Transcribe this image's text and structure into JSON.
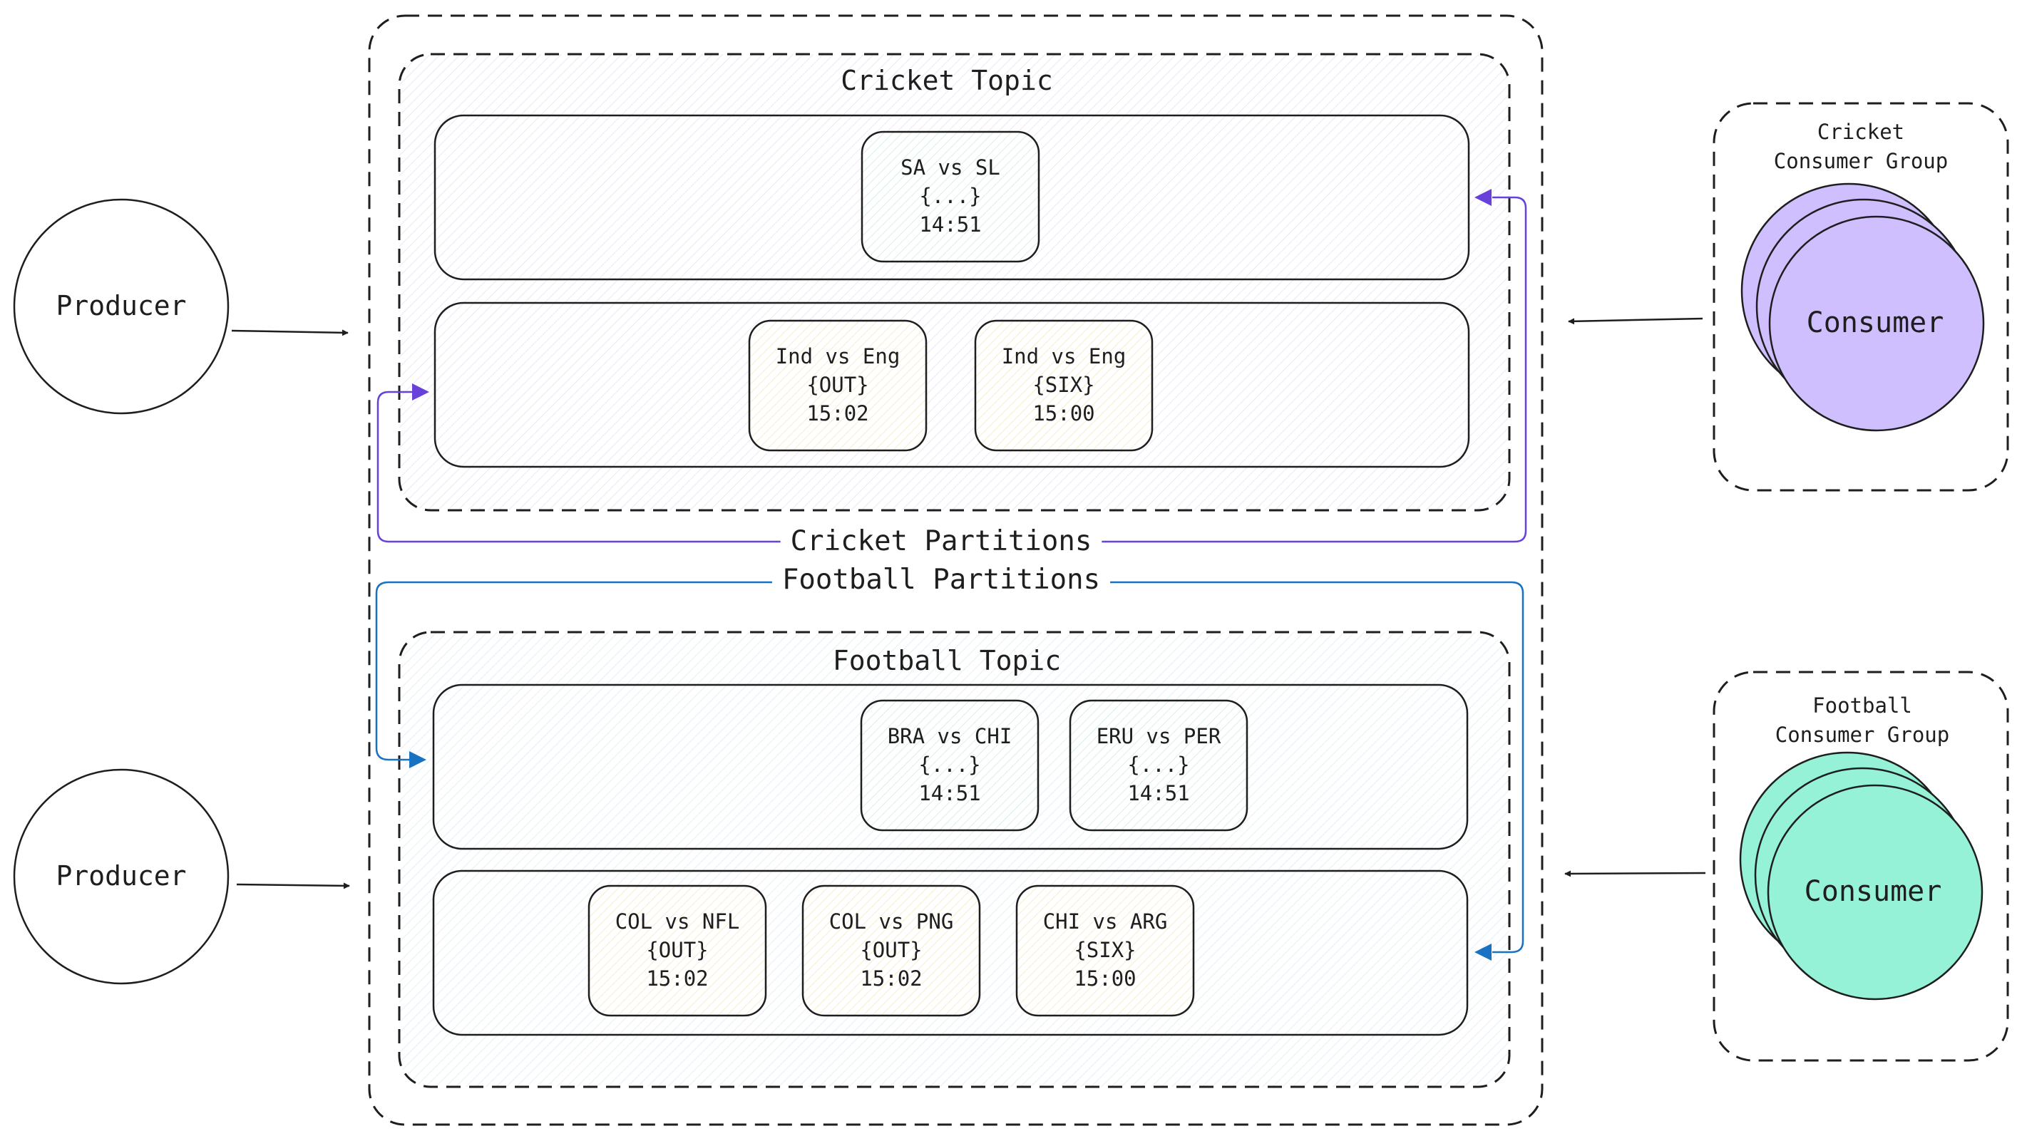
{
  "colors": {
    "cricket_topic_fill": "#ece6f7",
    "football_topic_fill": "#e3f0f6",
    "message_new_fill": "#d9f0e4",
    "message_old_fill": "#f7eccd",
    "cricket_consumer_fill": "#d0bfff",
    "football_consumer_fill": "#96f2d7",
    "cricket_arrow": "#6741d9",
    "football_arrow": "#1971c2",
    "stroke": "#1e1e1e"
  },
  "producers": [
    {
      "label": "Producer"
    },
    {
      "label": "Producer"
    }
  ],
  "cricket": {
    "topic_title": "Cricket Topic",
    "partitions_label": "Cricket Partitions",
    "partitions": [
      [
        {
          "lines": [
            "SA vs SL",
            "{...}",
            "14:51"
          ],
          "status": "new"
        }
      ],
      [
        {
          "lines": [
            "Ind vs Eng",
            "{OUT}",
            "15:02"
          ],
          "status": "old"
        },
        {
          "lines": [
            "Ind vs Eng",
            "{SIX}",
            "15:00"
          ],
          "status": "old"
        }
      ]
    ],
    "consumer_group": {
      "label_line1": "Cricket",
      "label_line2": "Consumer Group",
      "consumer_label": "Consumer"
    }
  },
  "football": {
    "topic_title": "Football Topic",
    "partitions_label": "Football Partitions",
    "partitions": [
      [
        {
          "lines": [
            "BRA vs CHI",
            "{...}",
            "14:51"
          ],
          "status": "new"
        },
        {
          "lines": [
            "ERU vs PER",
            "{...}",
            "14:51"
          ],
          "status": "new"
        }
      ],
      [
        {
          "lines": [
            "COL vs NFL",
            "{OUT}",
            "15:02"
          ],
          "status": "old"
        },
        {
          "lines": [
            "COL vs PNG",
            "{OUT}",
            "15:02"
          ],
          "status": "old"
        },
        {
          "lines": [
            "CHI vs ARG",
            "{SIX}",
            "15:00"
          ],
          "status": "old"
        }
      ]
    ],
    "consumer_group": {
      "label_line1": "Football",
      "label_line2": "Consumer Group",
      "consumer_label": "Consumer"
    }
  }
}
